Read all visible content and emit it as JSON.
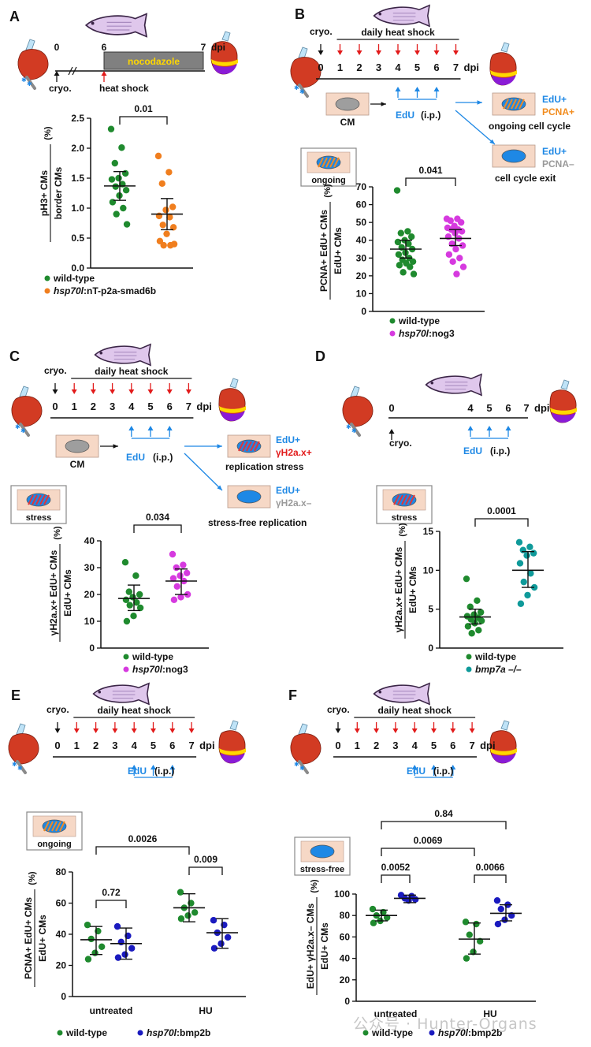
{
  "colors": {
    "wt": "#1f8a2e",
    "smad6b": "#f07e1e",
    "nog3": "#d63adf",
    "bmp7a": "#0f9a9a",
    "bmp2b": "#1a1abf",
    "heat": "#e21b1b",
    "edu": "#1e88e5",
    "pcna": "#f28c1e",
    "gray": "#9a9a9a",
    "heart": "#d23b23",
    "nucleus_blue": "#1e88e5",
    "nucleus_stripe": "#f08a24",
    "cell_fill": "#f6d8c6",
    "highlight": "#ffd700"
  },
  "watermark": "公众号 · Hunter-Organs",
  "panels": {
    "A": {
      "letter": "A",
      "timeline": {
        "t0": "0",
        "t6": "6",
        "t7": "7",
        "dpi": "dpi",
        "cryo": "cryo.",
        "heat_shock": "heat shock",
        "drug": "nocodazole"
      },
      "ylabel_top": "pH3+ CMs",
      "ylabel_bottom": "border CMs",
      "ylabel_unit": "(%)",
      "pval": "0.01",
      "legend": [
        {
          "name": "wild-type"
        },
        {
          "gene": "hsp70l",
          "rest": ":nT-p2a-smad6b"
        }
      ]
    },
    "B": {
      "letter": "B",
      "timeline": {
        "cryo": "cryo.",
        "daily": "daily heat shock",
        "days": [
          "0",
          "1",
          "2",
          "3",
          "4",
          "5",
          "6",
          "7"
        ],
        "dpi": "dpi"
      },
      "cm": "CM",
      "edu": "EdU",
      "ip": "(i.p.)",
      "out1_a": "EdU+",
      "out1_b": "PCNA+",
      "out1_label": "ongoing cell cycle",
      "out2_a": "EdU+",
      "out2_b": "PCNA–",
      "out2_label": "cell cycle exit",
      "box_label": "ongoing",
      "ylabel_top": "PCNA+ EdU+ CMs",
      "ylabel_bottom": "EdU+ CMs",
      "ylabel_unit": "(%)",
      "pval": "0.041",
      "legend": [
        {
          "name": "wild-type"
        },
        {
          "gene": "hsp70l",
          "rest": ":nog3"
        }
      ]
    },
    "C": {
      "letter": "C",
      "timeline": {
        "cryo": "cryo.",
        "daily": "daily heat shock",
        "days": [
          "0",
          "1",
          "2",
          "3",
          "4",
          "5",
          "6",
          "7"
        ],
        "dpi": "dpi"
      },
      "cm": "CM",
      "edu": "EdU",
      "ip": "(i.p.)",
      "out1_a": "EdU+",
      "out1_b": "γH2a.x+",
      "out1_label": "replication stress",
      "out2_a": "EdU+",
      "out2_b": "γH2a.x–",
      "out2_label": "stress-free replication",
      "box_label": "stress",
      "ylabel_top": "γH2a.x+ EdU+ CMs",
      "ylabel_bottom": "EdU+ CMs",
      "ylabel_unit": "(%)",
      "pval": "0.034",
      "legend": [
        {
          "name": "wild-type"
        },
        {
          "gene": "hsp70l",
          "rest": ":nog3"
        }
      ]
    },
    "D": {
      "letter": "D",
      "timeline": {
        "cryo": "cryo.",
        "days": [
          "0",
          "4",
          "5",
          "6",
          "7"
        ],
        "dpi": "dpi"
      },
      "edu": "EdU",
      "ip": "(i.p.)",
      "box_label": "stress",
      "ylabel_top": "γH2a.x+ EdU+ CMs",
      "ylabel_bottom": "EdU+ CMs",
      "ylabel_unit": "(%)",
      "pval": "0.0001",
      "legend": [
        {
          "name": "wild-type"
        },
        {
          "gene": "bmp7a –/–",
          "rest": ""
        }
      ]
    },
    "E": {
      "letter": "E",
      "timeline": {
        "cryo": "cryo.",
        "daily": "daily heat shock",
        "days": [
          "0",
          "1",
          "2",
          "3",
          "4",
          "5",
          "6",
          "7"
        ],
        "dpi": "dpi"
      },
      "edu": "EdU",
      "ip": "(i.p.)",
      "box_label": "ongoing",
      "ylabel_top": "PCNA+ EdU+ CMs",
      "ylabel_bottom": "EdU+ CMs",
      "ylabel_unit": "(%)",
      "pvals": [
        "0.0026",
        "0.72",
        "0.009"
      ],
      "legend": [
        {
          "name": "wild-type"
        },
        {
          "gene": "hsp70l",
          "rest": ":bmp2b"
        }
      ]
    },
    "F": {
      "letter": "F",
      "timeline": {
        "cryo": "cryo.",
        "daily": "daily heat shock",
        "days": [
          "0",
          "1",
          "2",
          "3",
          "4",
          "5",
          "6",
          "7"
        ],
        "dpi": "dpi"
      },
      "edu": "EdU",
      "ip": "(i.p.)",
      "box_label": "stress-free",
      "ylabel_top": "EdU+ γH2a.x– CMs",
      "ylabel_bottom": "EdU+ CMs",
      "ylabel_unit": "(%)",
      "pvals": [
        "0.84",
        "0.0069",
        "0.0052",
        "0.0066"
      ],
      "legend": [
        {
          "name": "wild-type"
        },
        {
          "gene": "hsp70l",
          "rest": ":bmp2b"
        }
      ]
    }
  },
  "chart_data": [
    {
      "panel": "A",
      "type": "scatter",
      "categories": [
        "wild-type",
        "hsp70l:nT-p2a-smad6b"
      ],
      "ylim": [
        0,
        2.5
      ],
      "yticks": [
        "0.0",
        "0.5",
        "1.0",
        "1.5",
        "2.0",
        "2.5"
      ],
      "series": [
        {
          "name": "wild-type",
          "color": "#1f8a2e",
          "mean": 1.37,
          "ci": [
            1.13,
            1.61
          ],
          "values": [
            2.32,
            2.01,
            1.75,
            1.58,
            1.5,
            1.48,
            1.4,
            1.36,
            1.3,
            1.21,
            1.1,
            1.0,
            0.9,
            0.73
          ]
        },
        {
          "name": "hsp70l:nT-p2a-smad6b",
          "color": "#f07e1e",
          "mean": 0.9,
          "ci": [
            0.64,
            1.16
          ],
          "values": [
            1.87,
            1.6,
            1.41,
            1.02,
            0.97,
            0.87,
            0.85,
            0.72,
            0.68,
            0.57,
            0.45,
            0.38,
            0.38,
            0.4
          ]
        }
      ]
    },
    {
      "panel": "B",
      "type": "scatter",
      "categories": [
        "wild-type",
        "hsp70l:nog3"
      ],
      "ylim": [
        0,
        70
      ],
      "yticks": [
        "0",
        "10",
        "20",
        "30",
        "40",
        "50",
        "60",
        "70"
      ],
      "series": [
        {
          "name": "wild-type",
          "color": "#1f8a2e",
          "mean": 35,
          "ci": [
            30,
            40
          ],
          "values": [
            68,
            45,
            44,
            42,
            40,
            39,
            38,
            36,
            35,
            33,
            32,
            30,
            29,
            28,
            27,
            26,
            25,
            22,
            21
          ]
        },
        {
          "name": "hsp70l:nog3",
          "color": "#d63adf",
          "mean": 41,
          "ci": [
            37,
            46
          ],
          "values": [
            52,
            52,
            51,
            50,
            48,
            47,
            46,
            46,
            45,
            44,
            42,
            41,
            38,
            37,
            35,
            32,
            30,
            28,
            25,
            21
          ]
        }
      ]
    },
    {
      "panel": "C",
      "type": "scatter",
      "categories": [
        "wild-type",
        "hsp70l:nog3"
      ],
      "ylim": [
        0,
        40
      ],
      "yticks": [
        "0",
        "10",
        "20",
        "30",
        "40"
      ],
      "series": [
        {
          "name": "wild-type",
          "color": "#1f8a2e",
          "mean": 18.5,
          "ci": [
            14,
            23.5
          ],
          "values": [
            32,
            27,
            21,
            20,
            19,
            18,
            17,
            16,
            15,
            12,
            10
          ]
        },
        {
          "name": "hsp70l:nog3",
          "color": "#d63adf",
          "mean": 25,
          "ci": [
            20,
            29.5
          ],
          "values": [
            35,
            31,
            30,
            28,
            27,
            26,
            25,
            23,
            20,
            19,
            18
          ]
        }
      ]
    },
    {
      "panel": "D",
      "type": "scatter",
      "categories": [
        "wild-type",
        "bmp7a –/–"
      ],
      "ylim": [
        0,
        15
      ],
      "yticks": [
        "0",
        "5",
        "10",
        "15"
      ],
      "series": [
        {
          "name": "wild-type",
          "color": "#1f8a2e",
          "mean": 4,
          "ci": [
            3.1,
            5
          ],
          "values": [
            8.9,
            6.1,
            5.3,
            4.6,
            4.3,
            4.1,
            3.9,
            3.7,
            3.5,
            3.2,
            2.8,
            2.3,
            1.9
          ]
        },
        {
          "name": "bmp7a –/–",
          "color": "#0f9a9a",
          "mean": 10,
          "ci": [
            7.8,
            12.4
          ],
          "values": [
            13.6,
            13,
            12.6,
            12.2,
            11.9,
            10.9,
            9.6,
            8.5,
            7.8,
            6.8,
            5.7
          ]
        }
      ]
    },
    {
      "panel": "E",
      "type": "scatter",
      "categories": [
        "untreated",
        "HU"
      ],
      "ylim": [
        0,
        80
      ],
      "yticks": [
        "0",
        "20",
        "40",
        "60",
        "80"
      ],
      "series": [
        {
          "name": "wild-type",
          "color": "#1f8a2e",
          "groups": [
            {
              "category": "untreated",
              "mean": 36.5,
              "ci": [
                27,
                45
              ],
              "values": [
                46,
                42,
                37,
                32,
                28,
                24
              ]
            },
            {
              "category": "HU",
              "mean": 57,
              "ci": [
                48,
                66
              ],
              "values": [
                67,
                60,
                57,
                54,
                52,
                50
              ]
            }
          ]
        },
        {
          "name": "hsp70l:bmp2b",
          "color": "#1a1abf",
          "groups": [
            {
              "category": "untreated",
              "mean": 34,
              "ci": [
                24,
                44
              ],
              "values": [
                45,
                39,
                35,
                31,
                27,
                25
              ]
            },
            {
              "category": "HU",
              "mean": 41,
              "ci": [
                31,
                50
              ],
              "values": [
                49,
                46,
                41,
                38,
                34,
                31
              ]
            }
          ]
        }
      ]
    },
    {
      "panel": "F",
      "type": "scatter",
      "categories": [
        "untreated",
        "HU"
      ],
      "ylim": [
        0,
        100
      ],
      "yticks": [
        "0",
        "20",
        "40",
        "60",
        "80",
        "100"
      ],
      "series": [
        {
          "name": "wild-type",
          "color": "#1f8a2e",
          "groups": [
            {
              "category": "untreated",
              "mean": 80,
              "ci": [
                75,
                85
              ],
              "values": [
                86,
                83,
                80,
                78,
                75,
                73
              ]
            },
            {
              "category": "HU",
              "mean": 58,
              "ci": [
                44,
                73
              ],
              "values": [
                74,
                72,
                62,
                56,
                46,
                40
              ]
            }
          ]
        },
        {
          "name": "hsp70l:bmp2b",
          "color": "#1a1abf",
          "groups": [
            {
              "category": "untreated",
              "mean": 96,
              "ci": [
                92,
                99
              ],
              "values": [
                99,
                98,
                96,
                95,
                94
              ]
            },
            {
              "category": "HU",
              "mean": 82,
              "ci": [
                75,
                90
              ],
              "values": [
                94,
                90,
                86,
                80,
                76,
                72
              ]
            }
          ]
        }
      ]
    }
  ]
}
